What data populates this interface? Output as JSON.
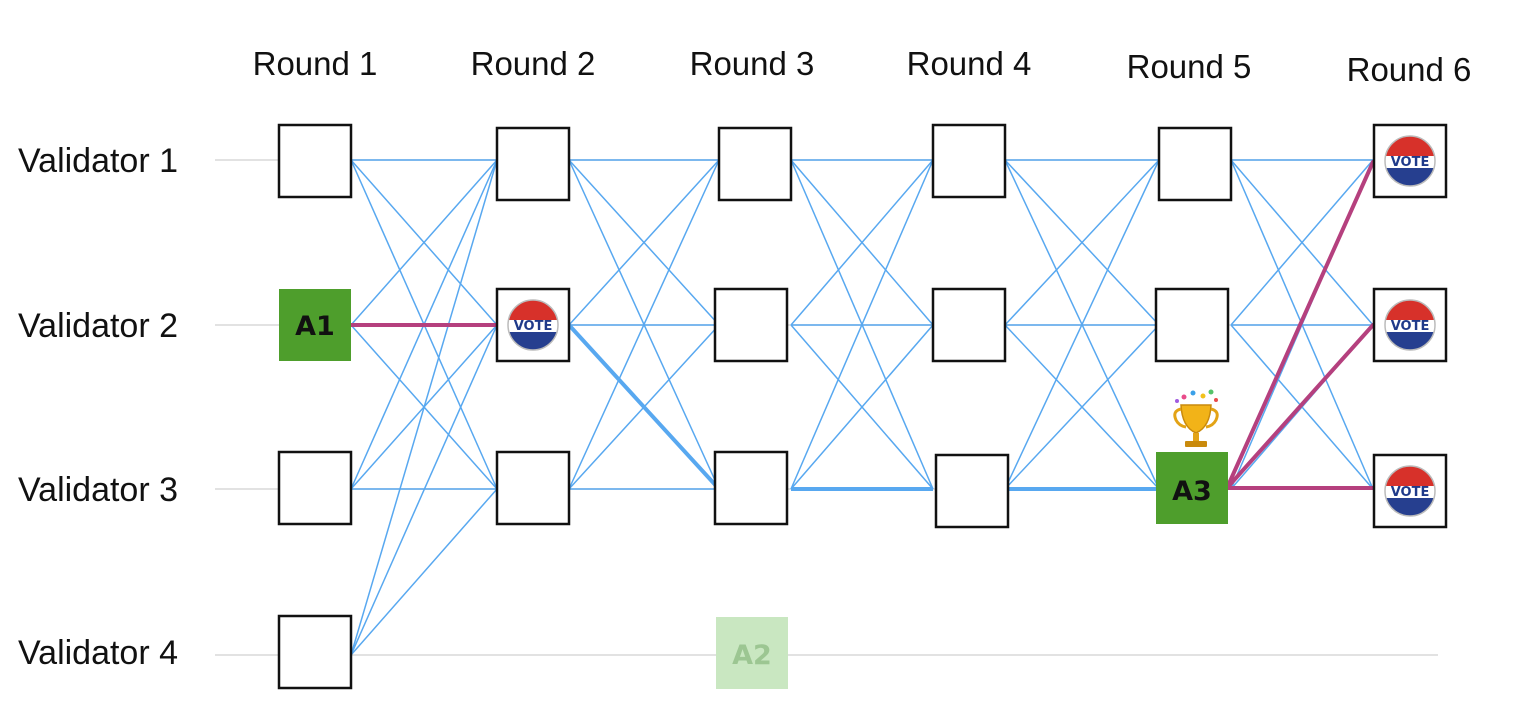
{
  "rounds": [
    "Round 1",
    "Round 2",
    "Round 3",
    "Round 4",
    "Round 5",
    "Round 6"
  ],
  "validators": [
    "Validator 1",
    "Validator 2",
    "Validator 3",
    "Validator 4"
  ],
  "anchors": [
    {
      "label": "A1",
      "round": 1,
      "validator": 2,
      "status": "committed"
    },
    {
      "label": "A2",
      "round": 3,
      "validator": 4,
      "status": "skipped"
    },
    {
      "label": "A3",
      "round": 5,
      "validator": 3,
      "status": "committed",
      "icon": "trophy-icon"
    }
  ],
  "votes": [
    {
      "round": 2,
      "validator": 2,
      "icon": "vote-badge-icon",
      "text": "VOTE"
    },
    {
      "round": 6,
      "validator": 1,
      "icon": "vote-badge-icon",
      "text": "VOTE"
    },
    {
      "round": 6,
      "validator": 2,
      "icon": "vote-badge-icon",
      "text": "VOTE"
    },
    {
      "round": 6,
      "validator": 3,
      "icon": "vote-badge-icon",
      "text": "VOTE"
    }
  ],
  "empty_vertices": [
    {
      "round": 1,
      "validator": 1
    },
    {
      "round": 1,
      "validator": 3
    },
    {
      "round": 1,
      "validator": 4
    },
    {
      "round": 2,
      "validator": 1
    },
    {
      "round": 2,
      "validator": 3
    },
    {
      "round": 3,
      "validator": 1
    },
    {
      "round": 3,
      "validator": 2
    },
    {
      "round": 3,
      "validator": 3
    },
    {
      "round": 4,
      "validator": 1
    },
    {
      "round": 4,
      "validator": 2
    },
    {
      "round": 4,
      "validator": 3
    },
    {
      "round": 5,
      "validator": 1
    },
    {
      "round": 5,
      "validator": 2
    }
  ],
  "colors": {
    "edge": "#58a8f0",
    "vote_edge": "#b5407e",
    "anchor_fill": "#4e9e2c",
    "skipped_anchor_fill": "#c9e7c1",
    "skipped_anchor_text": "#9cc692",
    "guide_line": "#d8d8d8"
  }
}
